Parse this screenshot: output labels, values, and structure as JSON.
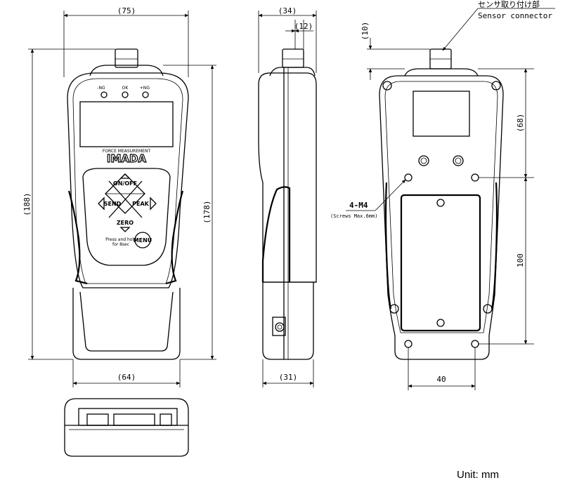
{
  "dimensions": {
    "front_width": "(75)",
    "front_bottom_width": "(64)",
    "front_height": "(188)",
    "front_body_height": "(178)",
    "side_depth": "(34)",
    "side_connector": "(12)",
    "side_bottom_depth": "(31)",
    "back_connector_height": "(10)",
    "back_upper_height": "(68)",
    "back_hole_vertical": "100",
    "back_hole_horizontal": "40"
  },
  "labels": {
    "sensor_jp": "センサ取り付け部",
    "sensor_en": "Sensor connector",
    "screws": "4-M4",
    "screws_note": "(Screws Max.6mm)",
    "unit": "Unit: mm"
  },
  "device": {
    "led_ng_minus": "-NG",
    "led_ok": "OK",
    "led_ng_plus": "+NG",
    "brand_top": "FORCE MEASUREMENT",
    "brand": "IMADA",
    "btn_onoff": "ON/OFF",
    "btn_send": "SEND",
    "btn_peak": "PEAK",
    "btn_zero": "ZERO",
    "btn_menu": "MENU",
    "menu_note_1": "Press and hold",
    "menu_note_2": "for 8sec"
  }
}
